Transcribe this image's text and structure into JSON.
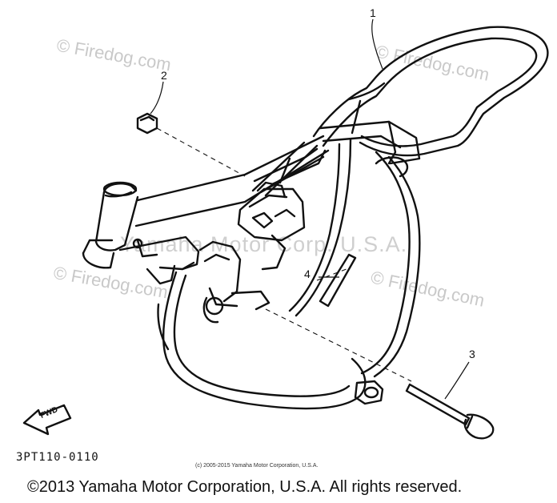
{
  "watermarks": {
    "site_1": "© Firedog.com",
    "site_2": "© Firedog.com",
    "site_3": "© Firedog.com",
    "site_4": "© Firedog.com",
    "brand": "Yamaha Motor Corp. U.S.A."
  },
  "callouts": {
    "part_1": "1",
    "part_2": "2",
    "part_3": "3",
    "part_4": "4"
  },
  "front_arrow_label": "FWD",
  "part_code": "3PT110-0110",
  "small_copyright": "(c) 2005-2015 Yamaha Motor Corporation, U.S.A.",
  "footer_copyright": "©2013 Yamaha Motor Corporation, U.S.A. All rights reserved."
}
